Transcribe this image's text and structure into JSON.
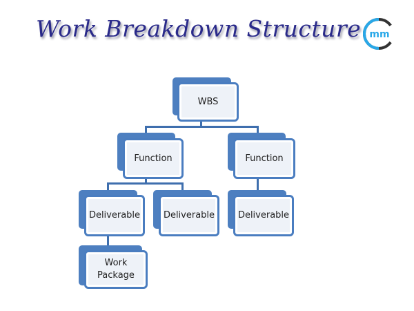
{
  "title": "Work Breakdown Structure",
  "logo": {
    "text": "mm",
    "colors": {
      "blue": "#29a8e8",
      "dark": "#333333"
    }
  },
  "nodes": {
    "root": "WBS",
    "function_left": "Function",
    "function_right": "Function",
    "deliverable_1": "Deliverable",
    "deliverable_2": "Deliverable",
    "deliverable_3": "Deliverable",
    "work_package": "Work Package"
  }
}
